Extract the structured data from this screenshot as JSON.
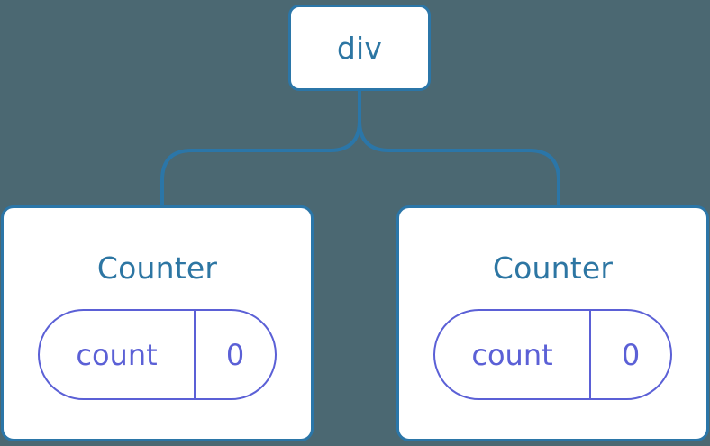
{
  "diagram": {
    "title": "react-component-tree",
    "background_color": "#4b6872",
    "node_border_color": "#2b76a8",
    "node_fill_color": "#ffffff",
    "node_text_color": "#2d76a3",
    "state_pill_color": "#5b60d6",
    "connector_color": "#2b76a8"
  },
  "root": {
    "label": "div"
  },
  "children": [
    {
      "title": "Counter",
      "state": {
        "key": "count",
        "value": "0"
      }
    },
    {
      "title": "Counter",
      "state": {
        "key": "count",
        "value": "0"
      }
    }
  ]
}
